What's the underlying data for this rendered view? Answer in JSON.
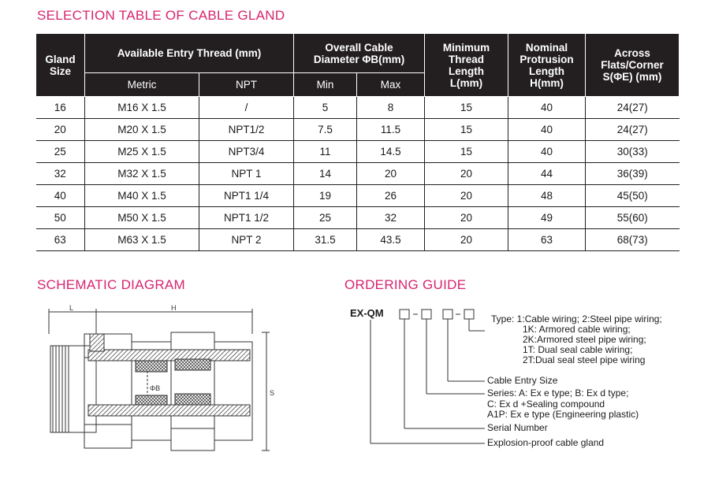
{
  "titles": {
    "selection": "SELECTION TABLE OF CABLE GLAND",
    "schematic": "SCHEMATIC DIAGRAM",
    "ordering": "ORDERING GUIDE"
  },
  "table": {
    "headers": {
      "gland_size": "Gland Size",
      "entry_thread": "Available Entry Thread (mm)",
      "overall_diameter": "Overall Cable Diameter ΦB(mm)",
      "min_thread": "Minimum Thread Length L(mm)",
      "nominal_protrusion": "Nominal Protrusion Length H(mm)",
      "across_flats": "Across Flats/Corner S(ΦE) (mm)",
      "metric": "Metric",
      "npt": "NPT",
      "min": "Min",
      "max": "Max"
    },
    "rows": [
      [
        "16",
        "M16 X 1.5",
        "/",
        "5",
        "8",
        "15",
        "40",
        "24(27)"
      ],
      [
        "20",
        "M20 X 1.5",
        "NPT1/2",
        "7.5",
        "11.5",
        "15",
        "40",
        "24(27)"
      ],
      [
        "25",
        "M25 X 1.5",
        "NPT3/4",
        "11",
        "14.5",
        "15",
        "40",
        "30(33)"
      ],
      [
        "32",
        "M32 X 1.5",
        "NPT 1",
        "14",
        "20",
        "20",
        "44",
        "36(39)"
      ],
      [
        "40",
        "M40 X 1.5",
        "NPT1 1/4",
        "19",
        "26",
        "20",
        "48",
        "45(50)"
      ],
      [
        "50",
        "M50 X 1.5",
        "NPT1 1/2",
        "25",
        "32",
        "20",
        "49",
        "55(60)"
      ],
      [
        "63",
        "M63 X 1.5",
        "NPT 2",
        "31.5",
        "43.5",
        "20",
        "63",
        "68(73)"
      ]
    ]
  },
  "schematic": {
    "label_L": "L",
    "label_H": "H",
    "label_B": "ΦB",
    "label_S": "S"
  },
  "ordering": {
    "model_prefix": "EX-QM",
    "type_lines": [
      "Type: 1:Cable wiring; 2:Steel pipe wiring;",
      "1K: Armored cable wiring;",
      "2K:Armored steel pipe wiring;",
      "1T: Dual seal cable wiring;",
      "2T:Dual seal steel pipe wiring"
    ],
    "entry_size": "Cable Entry Size",
    "series_lines": [
      "Series: A: Ex e type; B: Ex d type;",
      "C: Ex d +Sealing compound",
      "A1P: Ex e type (Engineering plastic)"
    ],
    "serial_number": "Serial Number",
    "product": "Explosion-proof cable gland"
  },
  "colors": {
    "accent": "#d6246e",
    "header_bg": "#231f20"
  }
}
